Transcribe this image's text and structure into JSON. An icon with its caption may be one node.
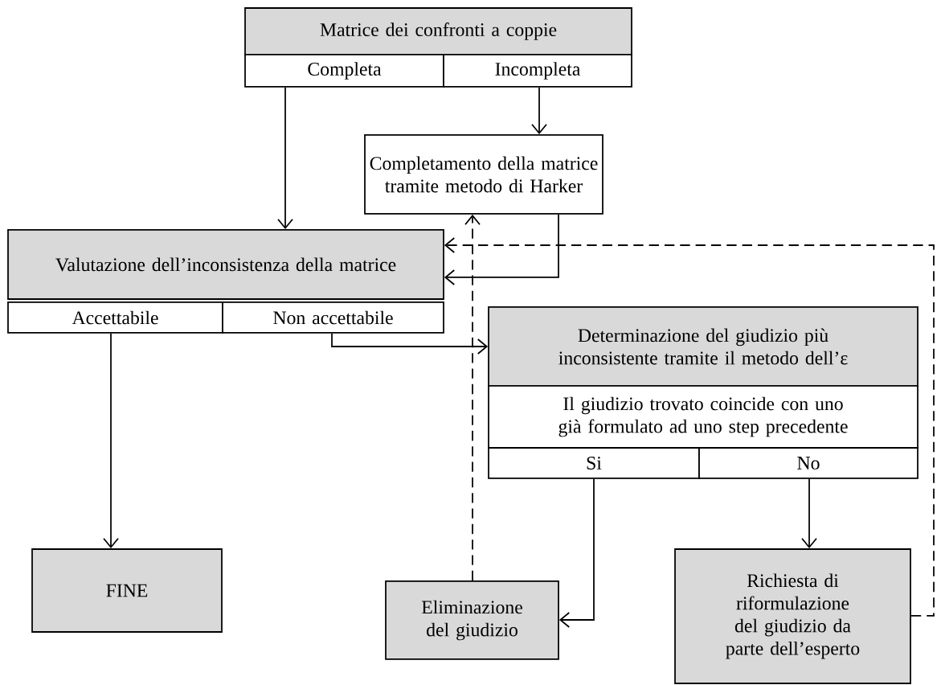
{
  "diagram": {
    "nodes": [
      {
        "text": [
          "Matrice dei confronti a coppie"
        ]
      },
      {
        "text": [
          "Completa"
        ]
      },
      {
        "text": [
          "Incompleta"
        ]
      },
      {
        "text": [
          "Completamento della matrice tramite metodo di Harker"
        ]
      },
      {
        "text": [
          "Valutazione dell’inconsistenza della matrice"
        ]
      },
      {
        "text": [
          "Accettabile"
        ]
      },
      {
        "text": [
          "Non accettabile"
        ]
      },
      {
        "text": [
          "Determinazione del giudizio più inconsistente tramite il metodo dell’ε"
        ]
      },
      {
        "text": [
          "Il giudizio trovato coincide  con uno già formulato ad uno step precedente"
        ]
      },
      {
        "text": [
          "Si"
        ]
      },
      {
        "text": [
          "No"
        ]
      },
      {
        "text": [
          "FINE"
        ]
      },
      {
        "text": [
          "Eliminazione del giudizio"
        ]
      },
      {
        "text": [
          "Richiesta di riformulazione del giudizio da parte dell’esperto"
        ]
      }
    ],
    "edges": [
      {
        "from": 1,
        "to": 4,
        "arrow": "to"
      },
      {
        "from": 2,
        "to": 3,
        "arrow": "to"
      },
      {
        "from": 3,
        "to": 4,
        "arrow": "to"
      },
      {
        "from": 6,
        "to": 7,
        "arrow": "to"
      },
      {
        "from": 5,
        "to": 11,
        "arrow": "to"
      },
      {
        "from": 9,
        "to": 12,
        "arrow": "to"
      },
      {
        "from": 10,
        "to": 13,
        "arrow": "to"
      },
      {
        "from": 12,
        "to": 3,
        "arrow": "to",
        "style": "dashed"
      },
      {
        "from": 13,
        "to": 4,
        "arrow": "to",
        "style": "dashed"
      }
    ]
  }
}
